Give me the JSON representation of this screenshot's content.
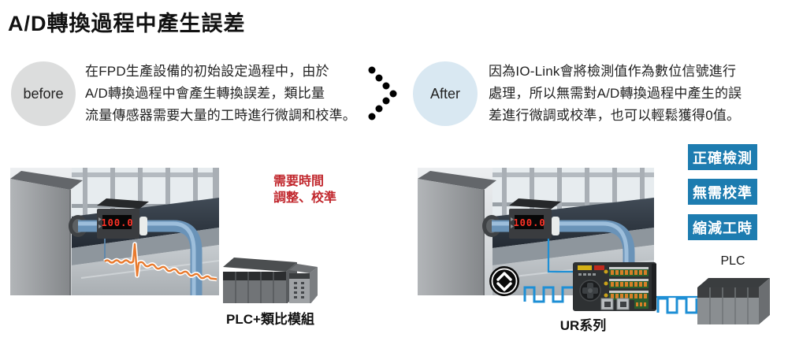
{
  "title": "A/D轉換過程中產生誤差",
  "comparison": {
    "before": {
      "label": "before",
      "badge_color": "#dcdddd",
      "lines": [
        "在FPD生產設備的初始設定過程中，由於",
        "A/D轉換過程中會產生轉換誤差，類比量",
        "流量傳感器需要大量的工時進行微調和校準。"
      ]
    },
    "after": {
      "label": "After",
      "badge_color": "#d9e8f2",
      "lines": [
        "因為IO-Link會將檢測值作為數位信號進行",
        "處理，所以無需對A/D轉換過程中產生的誤",
        "差進行微調或校準，也可以輕鬆獲得0值。"
      ]
    }
  },
  "left_scene": {
    "sensor_display": "100.0",
    "annotation": {
      "lines": [
        "需要時間",
        "調整、校準"
      ],
      "color": "#c1272d"
    },
    "analog_signal_color": "#e87a2e",
    "caption": "PLC+類比模組"
  },
  "right_scene": {
    "sensor_display": "100.0",
    "io_link_icon": "io-link-arrows",
    "digital_signal_color": "#1e8fd5",
    "caption": "UR系列",
    "plc_label": "PLC",
    "tags": [
      "正確檢測",
      "無需校準",
      "縮減工時"
    ],
    "tag_color": "#1d7cb0"
  }
}
